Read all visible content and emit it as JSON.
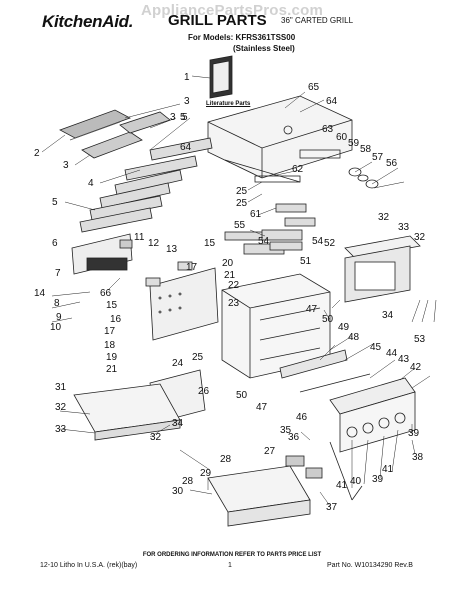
{
  "header": {
    "brand": "KitchenAid.",
    "title": "GRILL PARTS",
    "subtitle": "36\" CARTED GRILL",
    "models_line": "For Models: KFRS361TSS00",
    "variant": "(Stainless Steel)"
  },
  "watermark": "AppliancePartsPros.com",
  "literature_label": "Literature Parts",
  "footer": {
    "ordering": "FOR ORDERING INFORMATION REFER TO PARTS PRICE LIST",
    "litho": "12-10 Litho In U.S.A. (rek)(bay)",
    "page": "1",
    "part_no": "Part No. W10134290 Rev.B"
  },
  "callouts": [
    {
      "t": "1"
    },
    {
      "t": "3"
    },
    {
      "t": "2"
    },
    {
      "t": "3"
    },
    {
      "t": "3"
    },
    {
      "t": "4"
    },
    {
      "t": "5"
    },
    {
      "t": "5"
    },
    {
      "t": "64"
    },
    {
      "t": "65"
    },
    {
      "t": "64"
    },
    {
      "t": "63"
    },
    {
      "t": "60"
    },
    {
      "t": "59"
    },
    {
      "t": "58"
    },
    {
      "t": "57"
    },
    {
      "t": "56"
    },
    {
      "t": "62"
    },
    {
      "t": "25"
    },
    {
      "t": "25"
    },
    {
      "t": "61"
    },
    {
      "t": "55"
    },
    {
      "t": "54"
    },
    {
      "t": "54"
    },
    {
      "t": "51"
    },
    {
      "t": "52"
    },
    {
      "t": "32"
    },
    {
      "t": "33"
    },
    {
      "t": "32"
    },
    {
      "t": "6"
    },
    {
      "t": "7"
    },
    {
      "t": "14"
    },
    {
      "t": "66"
    },
    {
      "t": "11"
    },
    {
      "t": "12"
    },
    {
      "t": "13"
    },
    {
      "t": "15"
    },
    {
      "t": "17"
    },
    {
      "t": "20"
    },
    {
      "t": "21"
    },
    {
      "t": "15"
    },
    {
      "t": "22"
    },
    {
      "t": "23"
    },
    {
      "t": "8"
    },
    {
      "t": "9"
    },
    {
      "t": "10"
    },
    {
      "t": "16"
    },
    {
      "t": "17"
    },
    {
      "t": "18"
    },
    {
      "t": "19"
    },
    {
      "t": "21"
    },
    {
      "t": "24"
    },
    {
      "t": "25"
    },
    {
      "t": "26"
    },
    {
      "t": "47"
    },
    {
      "t": "50"
    },
    {
      "t": "49"
    },
    {
      "t": "48"
    },
    {
      "t": "45"
    },
    {
      "t": "44"
    },
    {
      "t": "43"
    },
    {
      "t": "42"
    },
    {
      "t": "34"
    },
    {
      "t": "53"
    },
    {
      "t": "31"
    },
    {
      "t": "32"
    },
    {
      "t": "33"
    },
    {
      "t": "34"
    },
    {
      "t": "32"
    },
    {
      "t": "50"
    },
    {
      "t": "47"
    },
    {
      "t": "46"
    },
    {
      "t": "35"
    },
    {
      "t": "36"
    },
    {
      "t": "27"
    },
    {
      "t": "28"
    },
    {
      "t": "29"
    },
    {
      "t": "30"
    },
    {
      "t": "28"
    },
    {
      "t": "37"
    },
    {
      "t": "41"
    },
    {
      "t": "40"
    },
    {
      "t": "39"
    },
    {
      "t": "41"
    },
    {
      "t": "39"
    },
    {
      "t": "38"
    },
    {
      "t": "5"
    }
  ]
}
